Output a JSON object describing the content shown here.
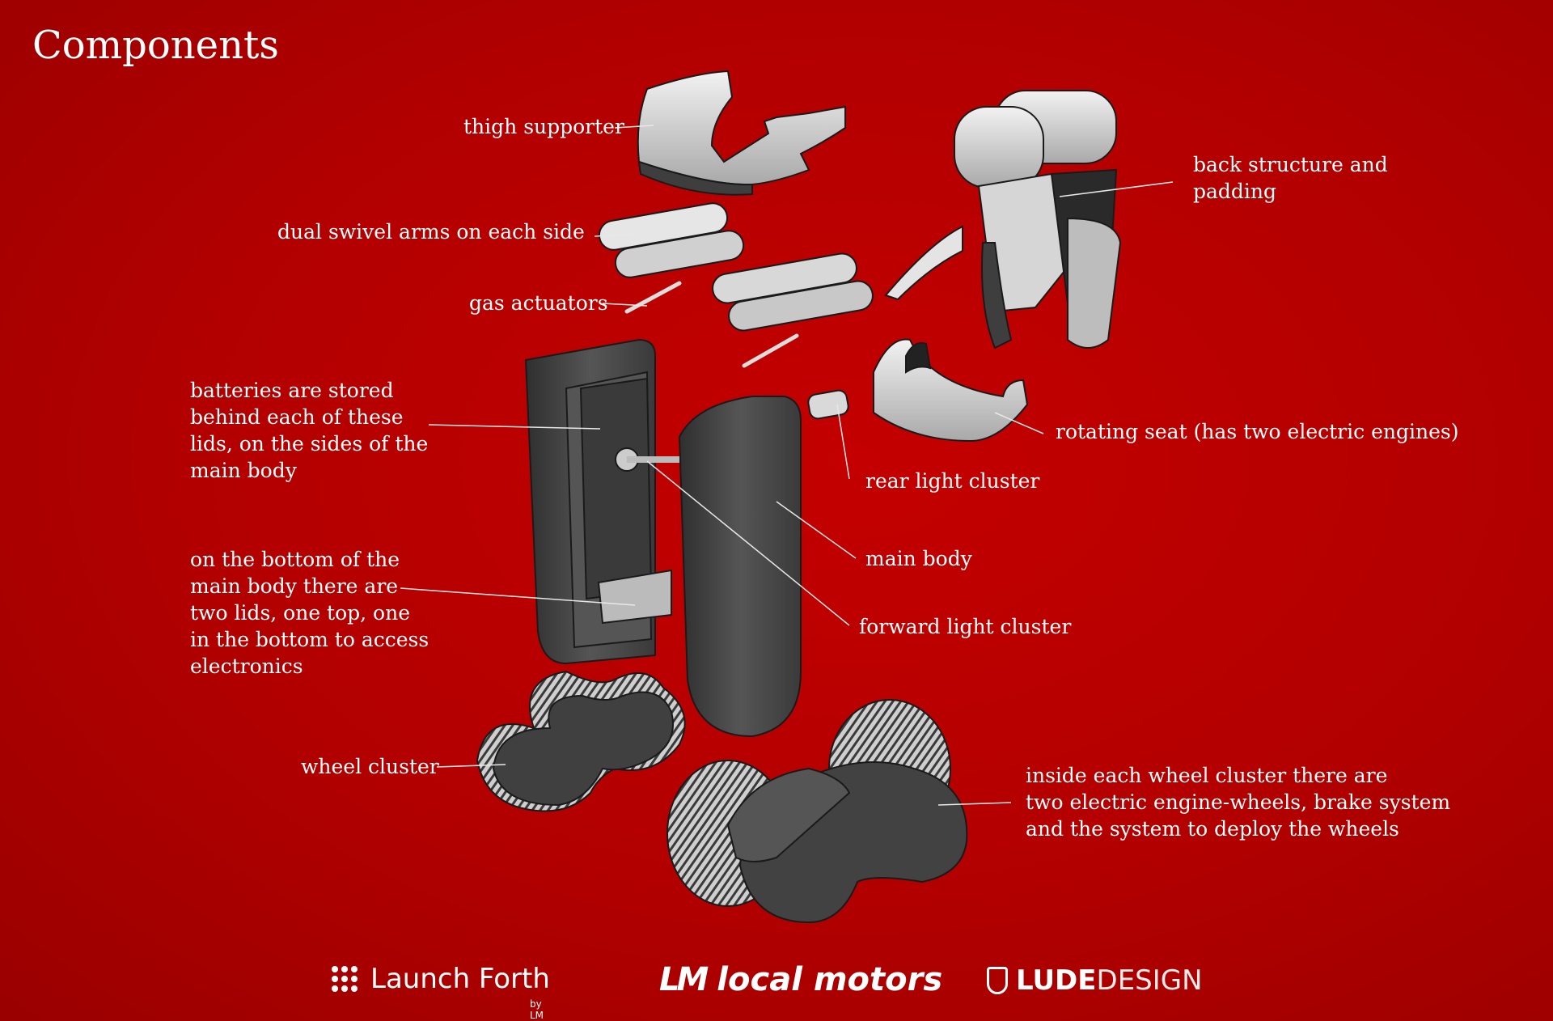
{
  "title": "Components",
  "labels": {
    "thigh_supporter": "thigh supporter",
    "swivel_arms": "dual swivel arms on each side",
    "gas_actuators": "gas actuators",
    "batteries": [
      "batteries are stored",
      "behind each of these",
      "lids, on the sides of the",
      "main body"
    ],
    "bottom_lids": [
      "on the bottom of the",
      "main body there are",
      "two lids, one top, one",
      "in the bottom to access",
      "electronics"
    ],
    "wheel_cluster": "wheel cluster",
    "back_structure": [
      "back structure and",
      "padding"
    ],
    "rotating_seat": "rotating seat (has two electric engines)",
    "rear_light": "rear light cluster",
    "main_body": "main body",
    "forward_light": "forward light cluster",
    "wheel_inside": [
      "inside each wheel cluster there are",
      "two electric engine-wheels, brake system",
      "and the system to deploy the wheels"
    ]
  },
  "footer": {
    "launch_forth": "Launch Forth",
    "launch_forth_by": "by LM",
    "local_motors_mark": "LM",
    "local_motors": "local motors",
    "lude_bold": "LUDE",
    "lude_thin": "DESIGN"
  },
  "colors": {
    "background": "#b80000",
    "part_fill": "#4a4a4a",
    "part_highlight": "#d9d9d9",
    "text": "#ffffff"
  }
}
